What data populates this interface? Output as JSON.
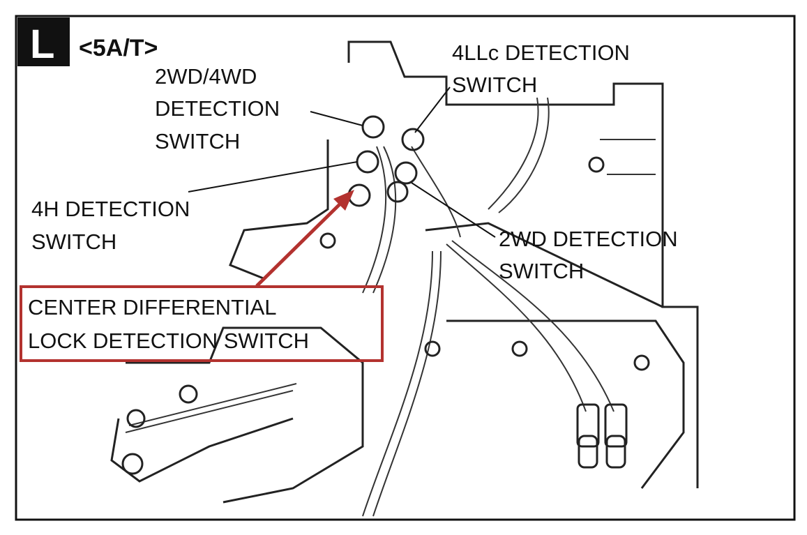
{
  "panel": {
    "letter": "L",
    "subtitle": "<5A/T>"
  },
  "labels": {
    "two_wd_four_wd": [
      "2WD/4WD",
      "DETECTION",
      "SWITCH"
    ],
    "four_llc": [
      "4LLc DETECTION",
      "SWITCH"
    ],
    "four_h": [
      "4H DETECTION",
      "SWITCH"
    ],
    "two_wd": [
      "2WD DETECTION",
      "SWITCH"
    ],
    "center_diff": [
      "CENTER DIFFERENTIAL",
      "LOCK DETECTION SWITCH"
    ]
  },
  "colors": {
    "highlight": "#b3322f",
    "ink": "#111111"
  }
}
